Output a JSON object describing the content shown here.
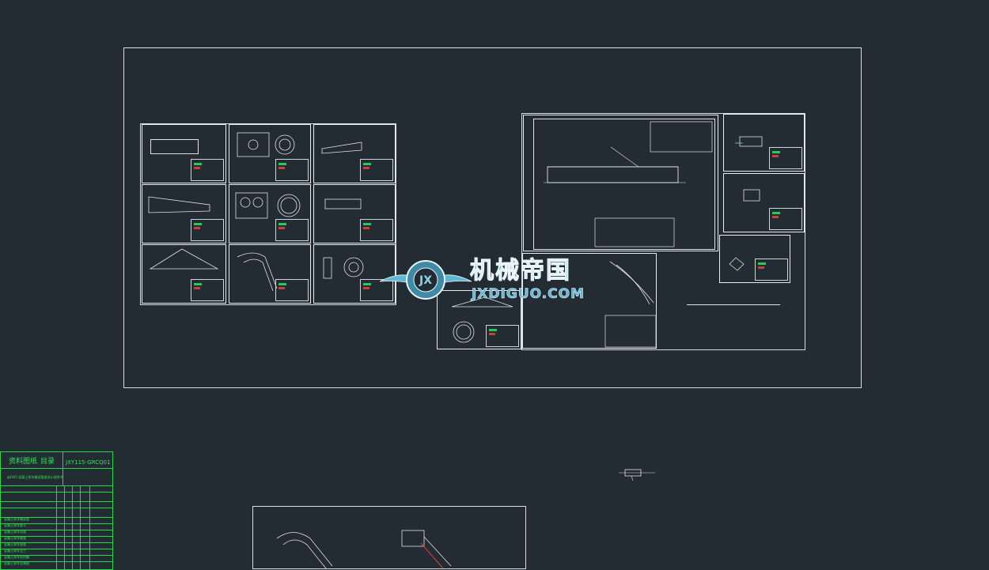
{
  "watermark": {
    "title": "机械帝国",
    "url": "JXDIGUO.COM",
    "emblem_letters": "JX"
  },
  "index_table": {
    "title": "资料图纸",
    "title2": "目录",
    "code": "JXY115-GRCQ01",
    "subtitle": "φ0305-混凝土泵车输送管道设计说明书",
    "rows": [
      "混凝土泵车输送管",
      "混凝土泵车管卡",
      "混凝土泵车弯管",
      "混凝土泵车锥管",
      "混凝土泵车直管",
      "混凝土泵车法兰",
      "混凝土泵车密封圈",
      "混凝土泵车总装图"
    ]
  },
  "colors": {
    "background": "#232b33",
    "drawing_lines": "#e6eaee",
    "table_green": "#25d84a",
    "watermark_blue": "#5fb7d4"
  }
}
